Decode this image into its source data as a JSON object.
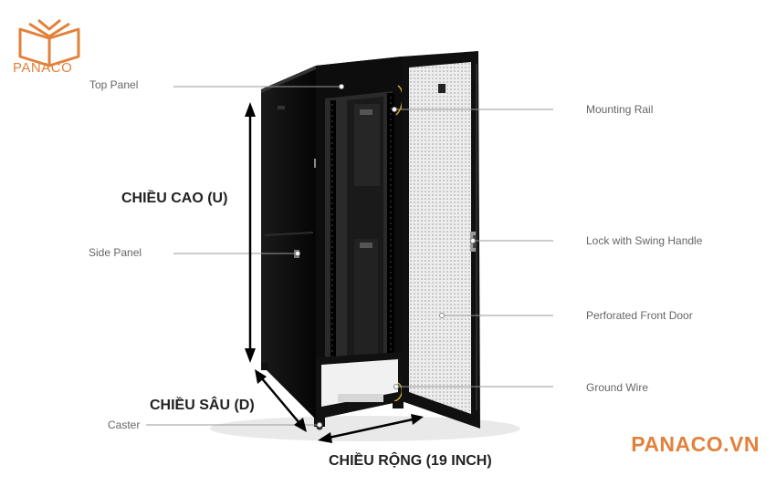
{
  "logo": {
    "text": "PANACO"
  },
  "brand": {
    "text": "PANACO.VN"
  },
  "colors": {
    "brand": "#e2813b",
    "cabinet": "#111111",
    "line": "#9a9a9a",
    "text": "#666666"
  },
  "labels": {
    "top_panel": "Top Panel",
    "side_panel": "Side Panel",
    "caster": "Caster",
    "mounting_rail": "Mounting Rail",
    "lock": "Lock with Swing Handle",
    "front_door": "Perforated Front Door",
    "ground_wire": "Ground Wire"
  },
  "dimensions": {
    "height": "CHIỀU CAO (U)",
    "depth": "CHIỀU SÂU (D)",
    "width": "CHIỀU RỘNG (19 INCH)"
  }
}
